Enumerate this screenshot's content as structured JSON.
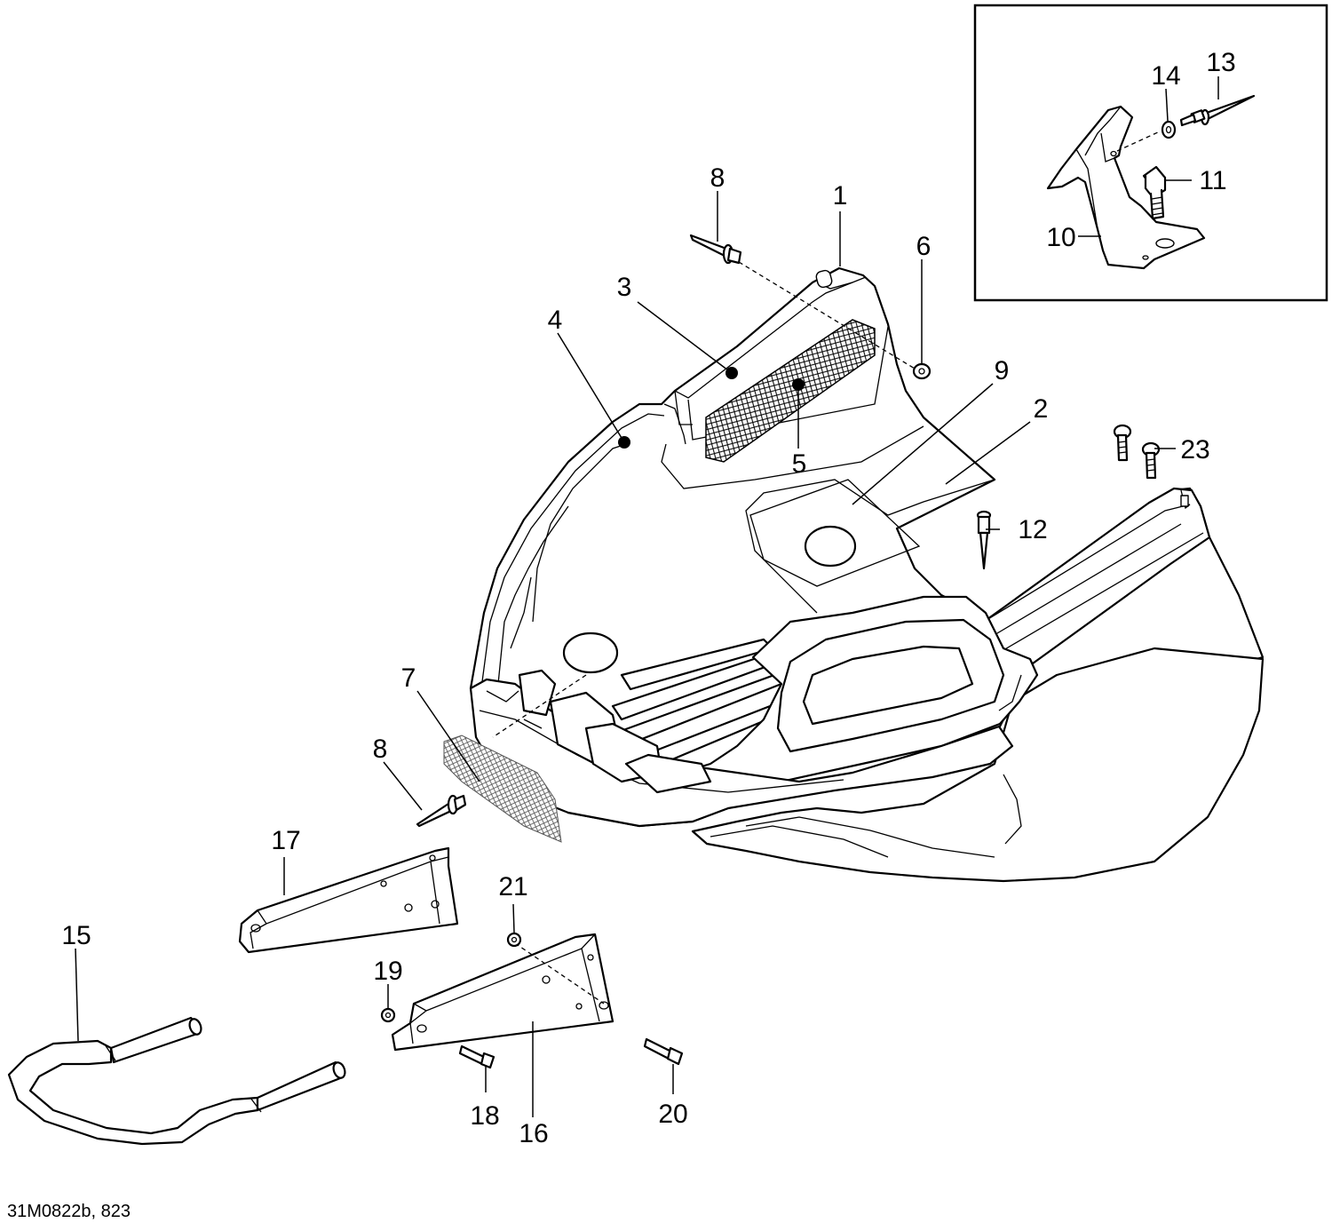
{
  "caption": "31M0822b, 823",
  "callouts": [
    {
      "id": "c1",
      "label": "1"
    },
    {
      "id": "c2",
      "label": "2"
    },
    {
      "id": "c3",
      "label": "3"
    },
    {
      "id": "c4",
      "label": "4"
    },
    {
      "id": "c5",
      "label": "5"
    },
    {
      "id": "c6",
      "label": "6"
    },
    {
      "id": "c7",
      "label": "7"
    },
    {
      "id": "c8a",
      "label": "8"
    },
    {
      "id": "c8b",
      "label": "8"
    },
    {
      "id": "c9",
      "label": "9"
    },
    {
      "id": "c10",
      "label": "10"
    },
    {
      "id": "c11",
      "label": "11"
    },
    {
      "id": "c12",
      "label": "12"
    },
    {
      "id": "c13",
      "label": "13"
    },
    {
      "id": "c14",
      "label": "14"
    },
    {
      "id": "c15",
      "label": "15"
    },
    {
      "id": "c16",
      "label": "16"
    },
    {
      "id": "c17",
      "label": "17"
    },
    {
      "id": "c18",
      "label": "18"
    },
    {
      "id": "c19",
      "label": "19"
    },
    {
      "id": "c20",
      "label": "20"
    },
    {
      "id": "c21",
      "label": "21"
    },
    {
      "id": "c23",
      "label": "23"
    }
  ]
}
